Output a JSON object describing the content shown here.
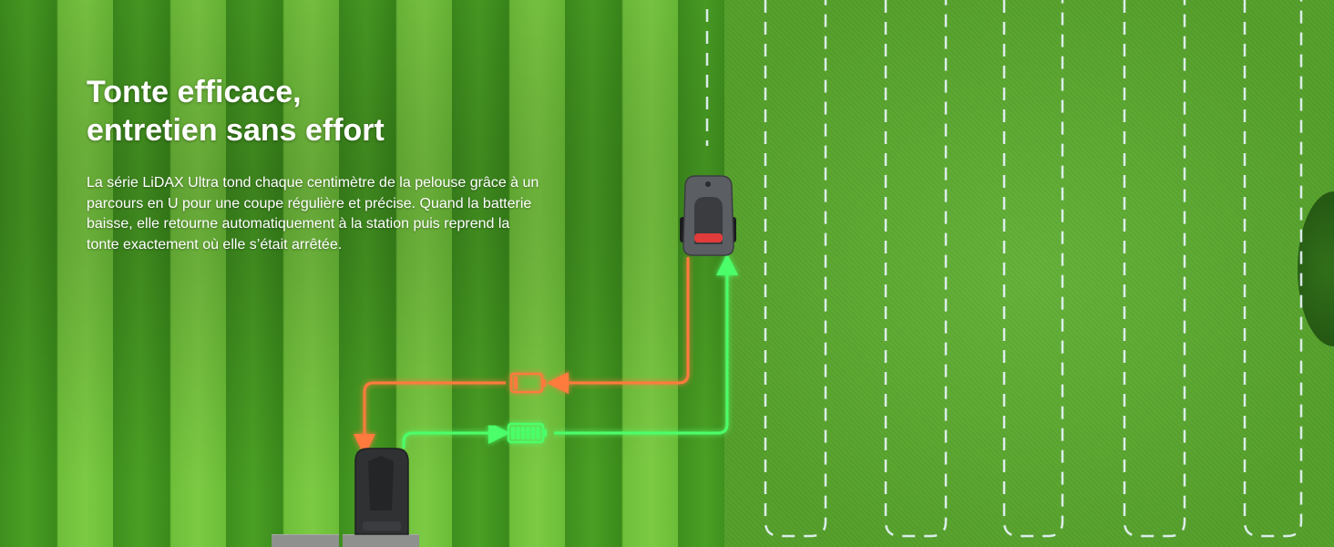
{
  "headline": {
    "line1": "Tonte efficace,",
    "line2": "entretien sans effort"
  },
  "description": "La série LiDAX Ultra tond chaque centimètre de la pelouse grâce à un parcours en U pour une coupe régulière et précise. Quand la batterie baisse, elle retourne automatiquement à la station puis reprend la tonte exactement où elle s’était arrêtée.",
  "colors": {
    "text": "#ffffff",
    "low_battery_path": "#ff7a3d",
    "full_battery_path": "#4cff6a",
    "mowing_pattern": "#eaf6ff",
    "mower_body": "#5b5e62",
    "mower_accent": "#e23b3b",
    "station_body": "#2f3133"
  },
  "icons": {
    "low_battery": "battery-low-icon",
    "full_battery": "battery-full-icon"
  },
  "battery": {
    "low_level": 0.15,
    "full_level": 1.0
  }
}
